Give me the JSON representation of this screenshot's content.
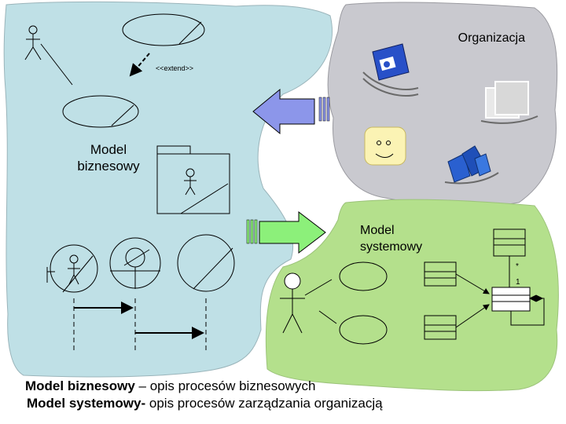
{
  "labels": {
    "organization": "Organizacja",
    "business_model_line1": "Model",
    "business_model_line2": "biznesowy",
    "system_model_line1": "Model",
    "system_model_line2": "systemowy",
    "extend": "<<extend>>",
    "multiplicity_many": "*",
    "multiplicity_one": "1"
  },
  "caption": {
    "line1_term": "Model biznesowy",
    "line1_rest": " – opis procesów biznesowych",
    "line2_term": "Model systemowy-",
    "line2_rest": " opis procesów zarządzania organizacją"
  },
  "colors": {
    "business_region": "#bfe0e6",
    "organization_region": "#c9c9cf",
    "system_region": "#b4e08c",
    "arrow_blue": "#8c96ea",
    "arrow_green": "#8cf07a"
  },
  "icons": [
    "floppy-disk-icon",
    "documents-icon",
    "face-icon",
    "buildings-icon"
  ]
}
